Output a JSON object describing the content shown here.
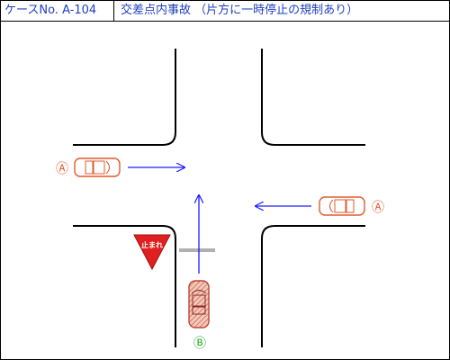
{
  "header": {
    "case_no": "ケースNo. A-104",
    "title": "交差点内事故 （片方に一時停止の規制あり）"
  },
  "scene": {
    "vehicle_a_label": "Ⓐ",
    "vehicle_b_label": "Ⓑ",
    "stop_sign_text": "止まれ",
    "colors": {
      "road_edge": "#000000",
      "vehicle_a": "#e05a2a",
      "vehicle_b": "#c0443a",
      "vehicle_b_label": "#22aa22",
      "arrow": "#1a1aff",
      "stop_sign": "#e02020",
      "stop_line": "#b0b0b0"
    },
    "icons": {
      "arrows": "arrow-icon",
      "stop_sign": "stop-sign-icon",
      "cars": "car-icon"
    }
  }
}
